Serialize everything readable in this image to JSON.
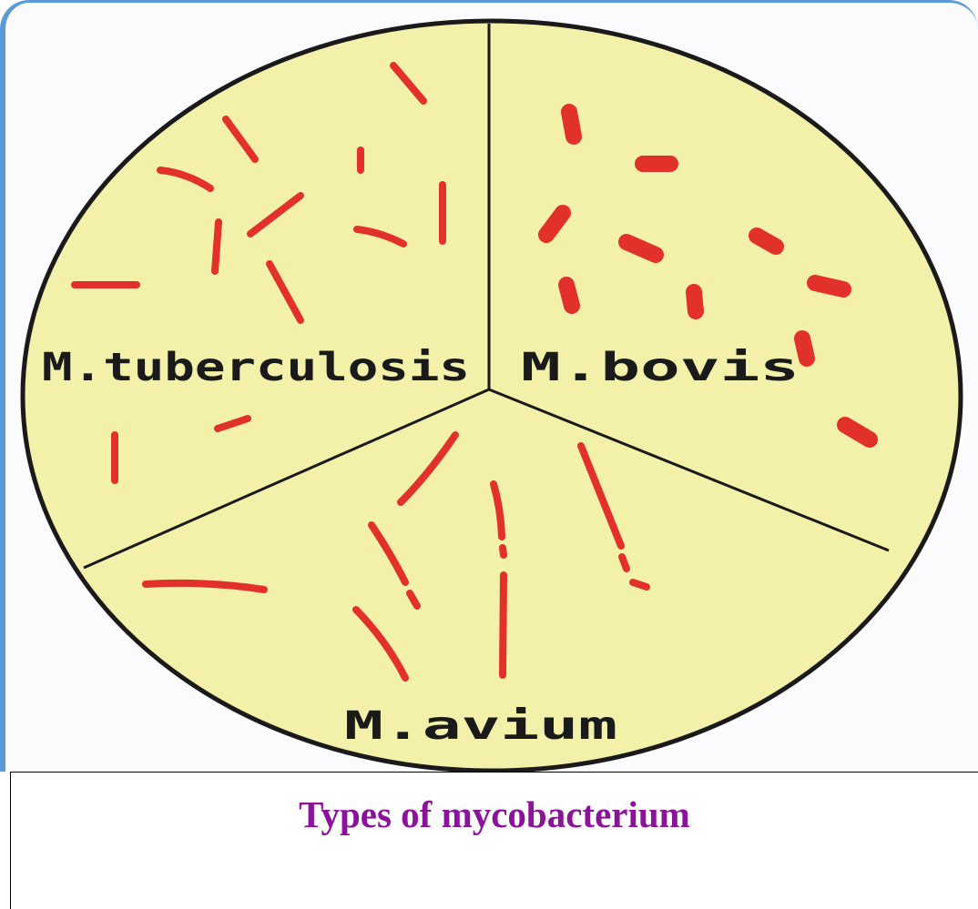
{
  "diagram": {
    "plate_color": "#f3f0a9",
    "outline_color": "#1a1a1a",
    "bacilli_color": "#e2302a",
    "sectors": [
      {
        "id": "tuberculosis",
        "label": "M.tuberculosis"
      },
      {
        "id": "bovis",
        "label": "M.bovis"
      },
      {
        "id": "avium",
        "label": "M.avium"
      }
    ]
  },
  "caption": {
    "text": "Types of mycobacterium",
    "color": "#8b139a"
  }
}
